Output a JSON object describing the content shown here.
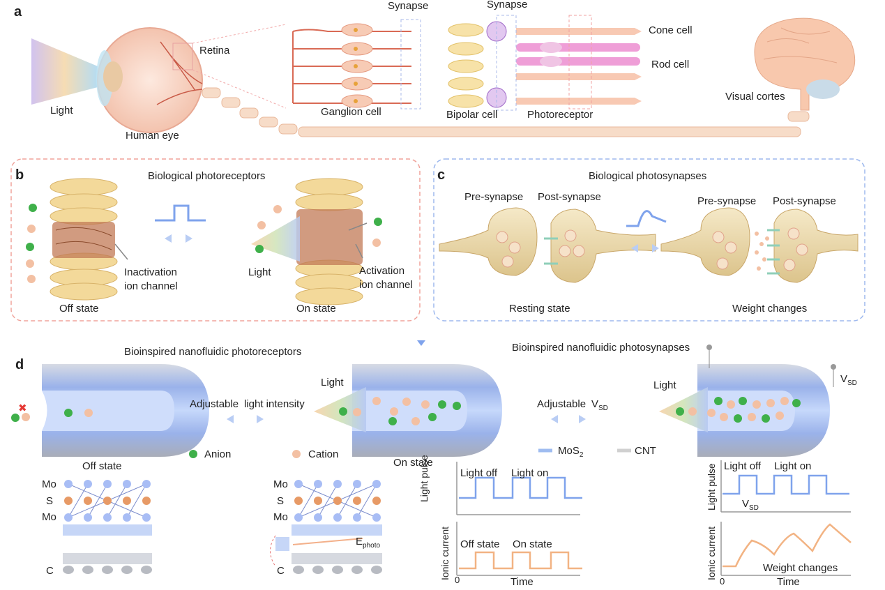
{
  "panel_letters": {
    "a": "a",
    "b": "b",
    "c": "c",
    "d": "d"
  },
  "panel_a": {
    "light": "Light",
    "human_eye": "Human eye",
    "retina": "Retina",
    "synapse_1": "Synapse",
    "synapse_2": "Synapse",
    "ganglion_cell": "Ganglion cell",
    "bipolar_cell": "Bipolar cell",
    "photoreceptor": "Photoreceptor",
    "cone_cell": "Cone cell",
    "rod_cell": "Rod cell",
    "visual_cortex": "Visual cortes"
  },
  "panel_b": {
    "title": "Biological photoreceptors",
    "off_state": "Off state",
    "on_state": "On state",
    "inactivation_1": "Inactivation",
    "inactivation_2": "ion channel",
    "activation_1": "Activation",
    "activation_2": "ion channel",
    "light": "Light"
  },
  "panel_c": {
    "title": "Biological photosynapses",
    "pre_synapse_1": "Pre-synapse",
    "post_synapse_1": "Post-synapse",
    "pre_synapse_2": "Pre-synapse",
    "post_synapse_2": "Post-synapse",
    "resting_state": "Resting state",
    "weight_changes": "Weight changes"
  },
  "panel_d": {
    "title_left": "Bioinspired nanofluidic photoreceptors",
    "title_right": "Bioinspired nanofluidic photosynapses",
    "adjustable_1": "Adjustable",
    "light_intensity": "light intensity",
    "adjustable_2": "Adjustable",
    "vsd": "V",
    "vsd_sub": "SD",
    "light_1": "Light",
    "light_2": "Light",
    "anion": "Anion",
    "cation": "Cation",
    "off_state": "Off state",
    "on_state": "On state",
    "mos2": "MoS",
    "mos2_sub": "2",
    "cnt": "CNT",
    "mo": "Mo",
    "s": "S",
    "c": "C",
    "e_photo": "E",
    "e_photo_sub": "photo",
    "light_off": "Light off",
    "light_on": "Light on",
    "light_pulse": "Light pulse",
    "ionic_current": "Ionic current",
    "off_state_2": "Off state",
    "on_state_2": "On state",
    "time": "Time",
    "zero": "0",
    "weight_changes": "Weight changes"
  }
}
